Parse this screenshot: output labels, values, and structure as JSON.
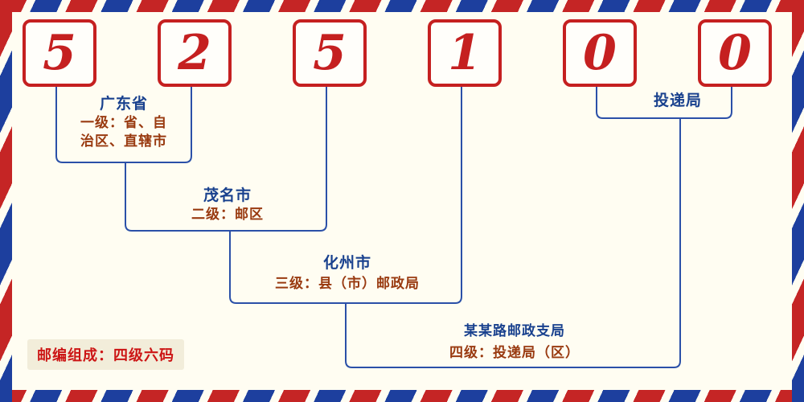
{
  "digits": [
    "5",
    "2",
    "5",
    "1",
    "0",
    "0"
  ],
  "levels": [
    {
      "name": "广东省",
      "desc_line1": "一级：省、自",
      "desc_line2": "治区、直辖市"
    },
    {
      "name": "茂名市",
      "desc": "二级：邮区"
    },
    {
      "name": "化州市",
      "desc": "三级：县（市）邮政局"
    },
    {
      "name": "某某路邮政支局",
      "desc": "四级：投递局（区）"
    },
    {
      "name": "投递局"
    }
  ],
  "footer": {
    "label": "邮编组成：四级六码"
  },
  "colors": {
    "digit_red": "#c52020",
    "line_blue": "#2b50a8",
    "name_blue": "#19418e",
    "desc_brown": "#993a10",
    "footer_red": "#cc1515",
    "stripe_red": "#c52525",
    "stripe_blue": "#1d3f9e",
    "background": "#fffdf2"
  }
}
